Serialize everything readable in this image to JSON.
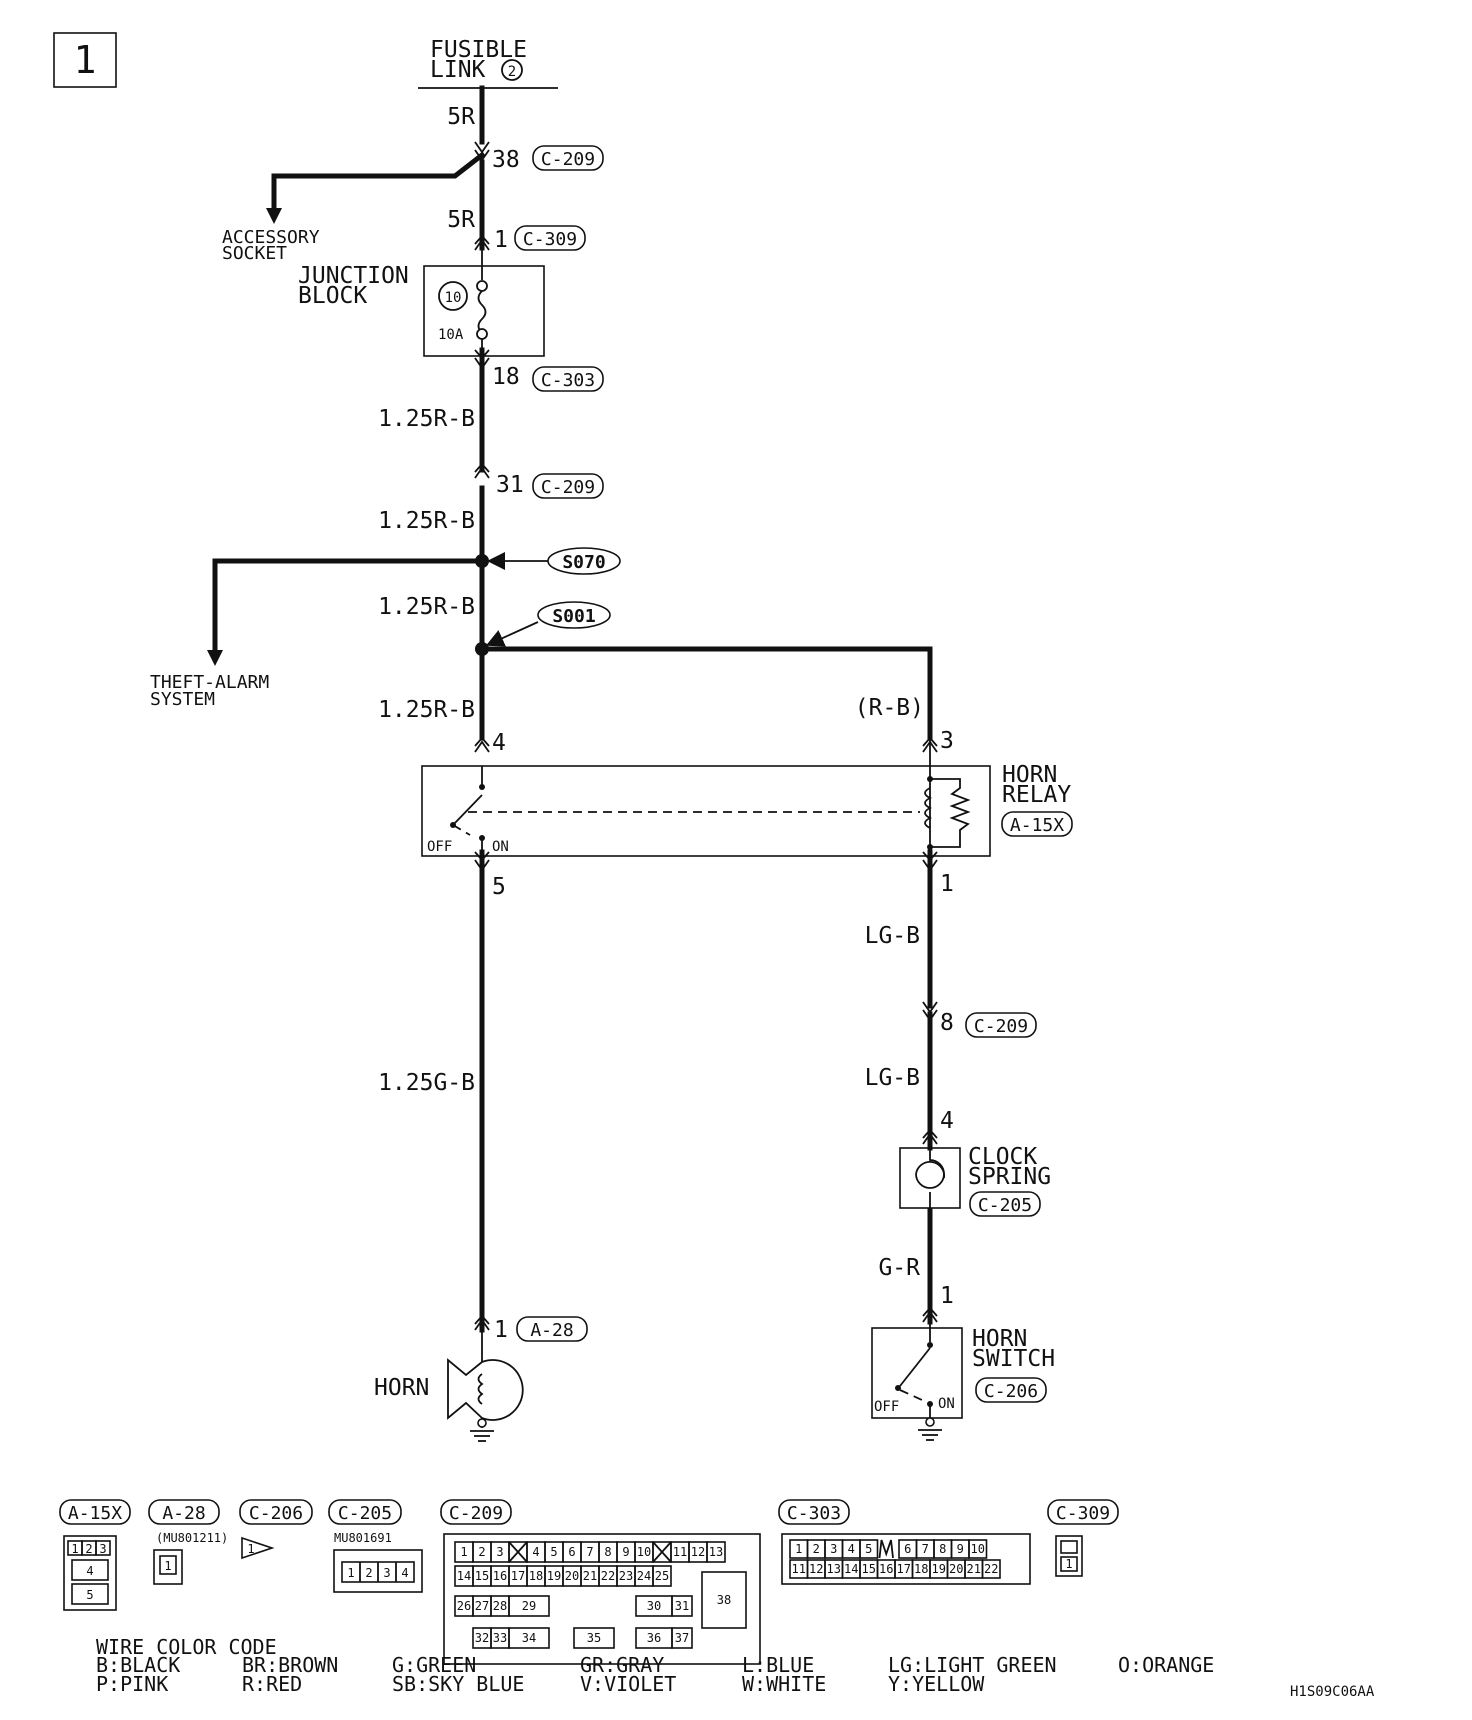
{
  "page_number": "1",
  "fusible_link": {
    "line1": "FUSIBLE",
    "line2": "LINK",
    "number": "2"
  },
  "connectors": {
    "c209": "C-209",
    "c309": "C-309",
    "c303": "C-303",
    "c205": "C-205",
    "c206": "C-206",
    "a15x": "A-15X",
    "a28": "A-28"
  },
  "pins": {
    "p38": "38",
    "p1_c309": "1",
    "p18": "18",
    "p31": "31",
    "relay_4": "4",
    "relay_3": "3",
    "relay_5": "5",
    "relay_1": "1",
    "p8": "8",
    "clock_4": "4",
    "switch_1": "1",
    "horn_1": "1"
  },
  "wires": {
    "w5r_top": "5R",
    "w5r_mid": "5R",
    "w125rb_1": "1.25R-B",
    "w125rb_2": "1.25R-B",
    "w125rb_3": "1.25R-B",
    "w125rb_4": "1.25R-B",
    "wrb": "(R-B)",
    "w125gb": "1.25G-B",
    "wlgb_1": "LG-B",
    "wlgb_2": "LG-B",
    "wgr": "G-R"
  },
  "branches": {
    "accessory_line1": "ACCESSORY",
    "accessory_line2": "SOCKET",
    "theft_line1": "THEFT-ALARM",
    "theft_line2": "SYSTEM"
  },
  "junction_block": {
    "line1": "JUNCTION",
    "line2": "BLOCK",
    "fuse_number": "10",
    "fuse_rating": "10A"
  },
  "splices": {
    "s070": "S070",
    "s001": "S001"
  },
  "horn_relay": {
    "line1": "HORN",
    "line2": "RELAY",
    "off": "OFF",
    "on": "ON"
  },
  "clock_spring": {
    "line1": "CLOCK",
    "line2": "SPRING"
  },
  "horn_switch": {
    "line1": "HORN",
    "line2": "SWITCH",
    "off": "OFF",
    "on": "ON"
  },
  "horn": {
    "label": "HORN"
  },
  "part_numbers": {
    "a28": "(MU801211)",
    "c205": "MU801691"
  },
  "connector_pins": {
    "a15x": [
      "1",
      "2",
      "3",
      "4",
      "5"
    ],
    "a28": [
      "1"
    ],
    "c206": [
      "1"
    ],
    "c205": [
      "1",
      "2",
      "3",
      "4"
    ],
    "c209": [
      "1",
      "2",
      "3",
      "4",
      "5",
      "6",
      "7",
      "8",
      "9",
      "10",
      "11",
      "12",
      "13",
      "14",
      "15",
      "16",
      "17",
      "18",
      "19",
      "20",
      "21",
      "22",
      "23",
      "24",
      "25",
      "26",
      "27",
      "28",
      "29",
      "30",
      "31",
      "32",
      "33",
      "34",
      "35",
      "36",
      "37",
      "38"
    ],
    "c303": [
      "1",
      "2",
      "3",
      "4",
      "5",
      "6",
      "7",
      "8",
      "9",
      "10",
      "11",
      "12",
      "13",
      "14",
      "15",
      "16",
      "17",
      "18",
      "19",
      "20",
      "21",
      "22"
    ],
    "c309": [
      "1"
    ]
  },
  "color_code": {
    "title": "WIRE COLOR CODE",
    "row1": [
      {
        "code": "B",
        "name": "BLACK"
      },
      {
        "code": "BR",
        "name": "BROWN"
      },
      {
        "code": "G",
        "name": "GREEN"
      },
      {
        "code": "GR",
        "name": "GRAY"
      },
      {
        "code": "L",
        "name": "BLUE"
      },
      {
        "code": "LG",
        "name": "LIGHT GREEN"
      },
      {
        "code": "O",
        "name": "ORANGE"
      }
    ],
    "row2": [
      {
        "code": "P",
        "name": "PINK"
      },
      {
        "code": "R",
        "name": "RED"
      },
      {
        "code": "SB",
        "name": "SKY BLUE"
      },
      {
        "code": "V",
        "name": "VIOLET"
      },
      {
        "code": "W",
        "name": "WHITE"
      },
      {
        "code": "Y",
        "name": "YELLOW"
      }
    ]
  },
  "figure_code": "H1S09C06AA"
}
